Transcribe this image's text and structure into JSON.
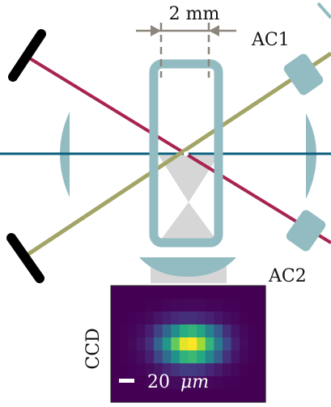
{
  "labels": {
    "dimension": "2 mm",
    "lens_ac1": "AC1",
    "lens_ac2": "AC2",
    "detector": "CCD",
    "scalebar_value": "20",
    "scalebar_unit": "μm"
  },
  "colors": {
    "optic_fill": "#93bcc2",
    "cell_stroke": "#93bcc2",
    "beam_horizontal": "#0e5e7e",
    "beam_red": "#a8244f",
    "beam_olive": "#a3a567",
    "mirror": "#000000",
    "dimension_line": "#8c857c",
    "light_cone": "#d6d6d6",
    "ccd_background": "#4a0f6b"
  },
  "ccd_image": {
    "colormap": "viridis",
    "intensity_rows": [
      [
        0.0,
        0.0,
        0.0,
        0.0,
        0.0,
        0.0,
        0.0,
        0.0,
        0.0,
        0.0,
        0.0,
        0.0,
        0.0,
        0.0,
        0.0,
        0.0,
        0.0,
        0.0
      ],
      [
        0.0,
        0.0,
        0.0,
        0.0,
        0.01,
        0.01,
        0.02,
        0.03,
        0.03,
        0.03,
        0.03,
        0.02,
        0.02,
        0.01,
        0.01,
        0.0,
        0.0,
        0.0
      ],
      [
        0.0,
        0.0,
        0.01,
        0.02,
        0.04,
        0.08,
        0.12,
        0.16,
        0.18,
        0.18,
        0.16,
        0.13,
        0.09,
        0.05,
        0.03,
        0.01,
        0.0,
        0.0
      ],
      [
        0.0,
        0.01,
        0.02,
        0.05,
        0.12,
        0.25,
        0.4,
        0.58,
        0.72,
        0.75,
        0.68,
        0.52,
        0.34,
        0.18,
        0.08,
        0.03,
        0.01,
        0.0
      ],
      [
        0.0,
        0.01,
        0.03,
        0.08,
        0.18,
        0.38,
        0.62,
        0.85,
        0.98,
        1.0,
        0.92,
        0.75,
        0.5,
        0.27,
        0.12,
        0.04,
        0.01,
        0.0
      ],
      [
        0.0,
        0.01,
        0.02,
        0.05,
        0.12,
        0.26,
        0.42,
        0.6,
        0.74,
        0.77,
        0.7,
        0.54,
        0.36,
        0.19,
        0.08,
        0.03,
        0.01,
        0.0
      ],
      [
        0.0,
        0.0,
        0.01,
        0.02,
        0.04,
        0.09,
        0.14,
        0.19,
        0.22,
        0.22,
        0.2,
        0.15,
        0.1,
        0.06,
        0.03,
        0.01,
        0.0,
        0.0
      ],
      [
        0.0,
        0.0,
        0.0,
        0.0,
        0.01,
        0.02,
        0.03,
        0.04,
        0.04,
        0.04,
        0.04,
        0.03,
        0.02,
        0.01,
        0.01,
        0.0,
        0.0,
        0.0
      ],
      [
        0.0,
        0.0,
        0.0,
        0.0,
        0.0,
        0.0,
        0.0,
        0.0,
        0.0,
        0.0,
        0.0,
        0.0,
        0.0,
        0.0,
        0.0,
        0.0,
        0.0,
        0.0
      ]
    ]
  }
}
